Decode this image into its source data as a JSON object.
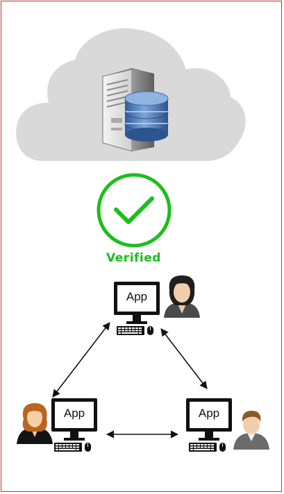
{
  "status": {
    "label": "Verified",
    "color": "#1bbf1b"
  },
  "nodes": [
    {
      "app_label": "App",
      "user": "woman-dark-hair"
    },
    {
      "app_label": "App",
      "user": "woman-brown-hair"
    },
    {
      "app_label": "App",
      "user": "man-brown-hair"
    }
  ],
  "colors": {
    "border": "#b23a2a",
    "cloud": "#d9d9d9",
    "database": "#4a78b5",
    "check": "#1bbf1b"
  }
}
